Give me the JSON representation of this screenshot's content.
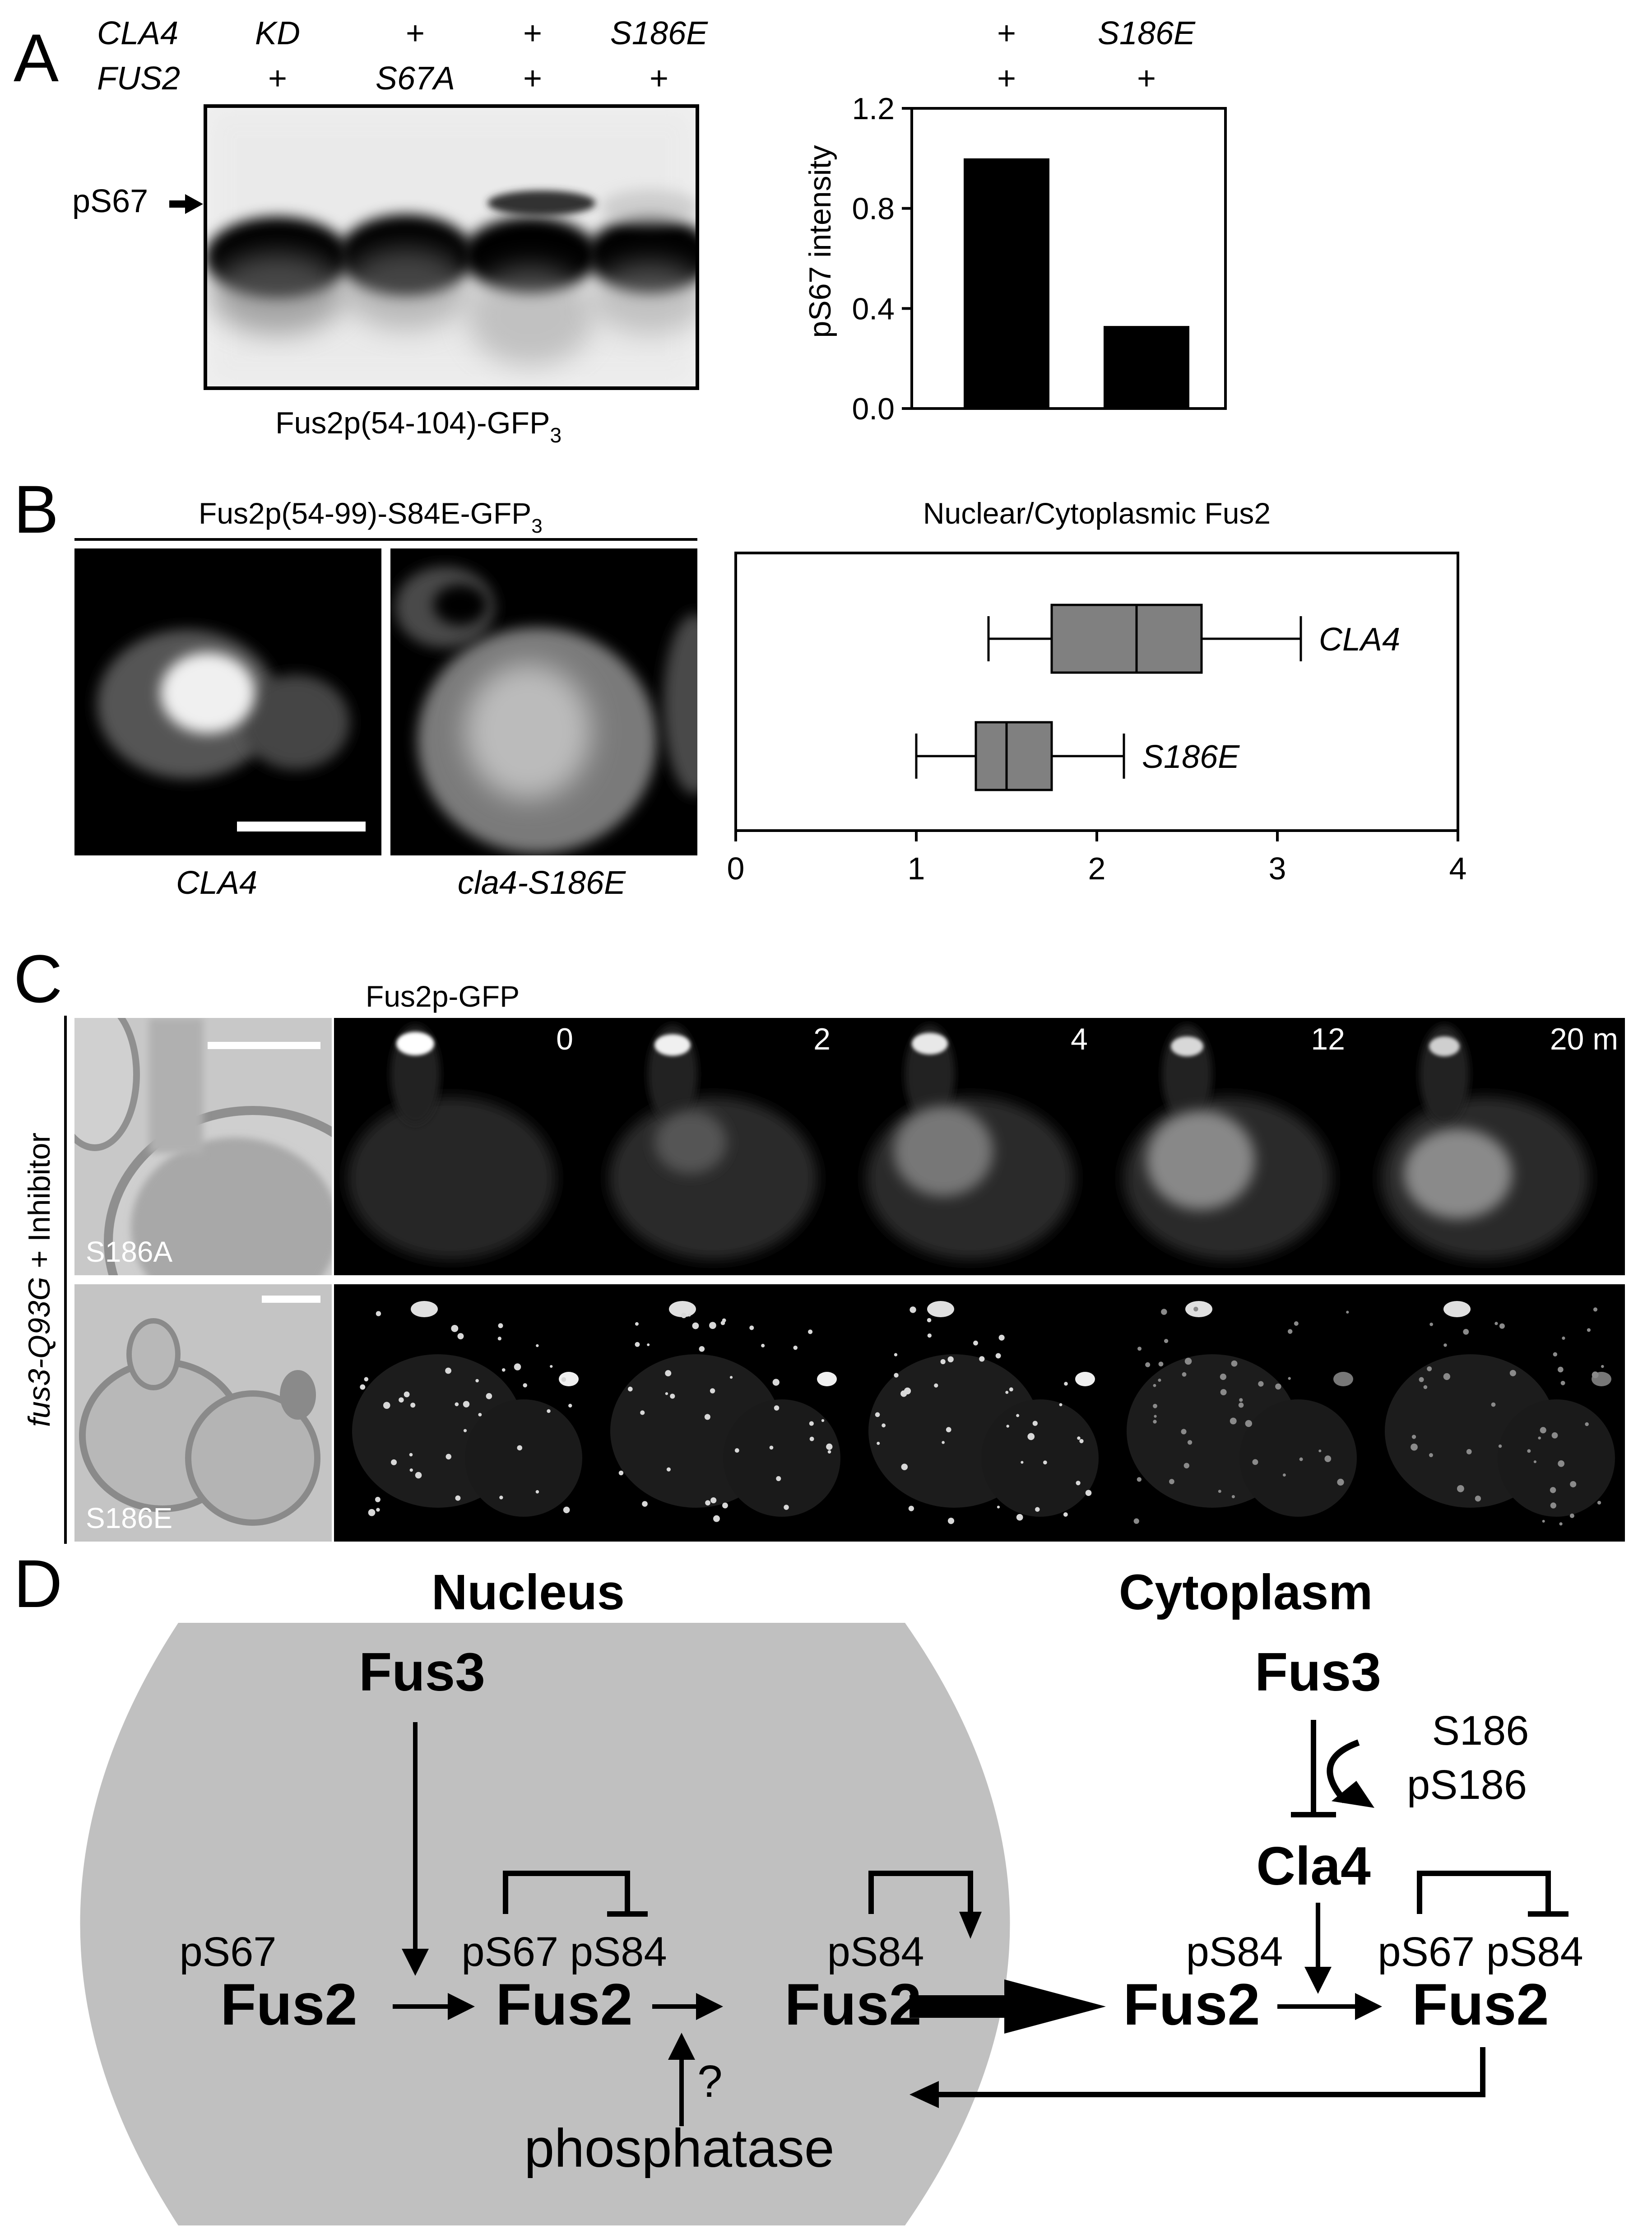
{
  "panel_a": {
    "label": "A",
    "row1_label": "CLA4",
    "row2_label": "FUS2",
    "lanes": [
      {
        "cla4": "KD",
        "fus2": "+"
      },
      {
        "cla4": "+",
        "fus2": "S67A"
      },
      {
        "cla4": "+",
        "fus2": "+"
      },
      {
        "cla4": "S186E",
        "fus2": "+"
      }
    ],
    "band_label": "pS67",
    "blot_caption": "Fus2p(54-104)-GFP",
    "blot_caption_sub": "3",
    "chart_header": [
      {
        "cla4": "+",
        "fus2": "+"
      },
      {
        "cla4": "S186E",
        "fus2": "+"
      }
    ]
  },
  "panel_b": {
    "label": "B",
    "image_title": "Fus2p(54-99)-S84E-GFP",
    "image_title_sub": "3",
    "image_labels": [
      "CLA4",
      "cla4-S186E"
    ],
    "chart_title": "Nuclear/Cytoplasmic Fus2"
  },
  "panel_c": {
    "label": "C",
    "header": "Fus2p-GFP",
    "side_label_italic": "fus3-Q93G",
    "side_label_rest": " + Inhibitor",
    "times": [
      "0",
      "2",
      "4",
      "12",
      "20 m"
    ],
    "rows": [
      "S186A",
      "S186E"
    ]
  },
  "panel_d": {
    "label": "D",
    "nucleus_title": "Nucleus",
    "cytoplasm_title": "Cytoplasm",
    "fus3_nucleus": "Fus3",
    "fus3_cytoplasm": "Fus3",
    "s186": "S186",
    "ps186": "pS186",
    "cla4": "Cla4",
    "nodes": [
      {
        "mods": "pS67",
        "name": "Fus2"
      },
      {
        "mods": "pS67 pS84",
        "name": "Fus2"
      },
      {
        "mods": "pS84",
        "name": "Fus2"
      },
      {
        "mods": "",
        "name": "Fus2"
      },
      {
        "mods": "pS67 pS84",
        "name": "Fus2"
      }
    ],
    "cyto_ps84": "pS84",
    "question": "?",
    "phosphatase": "phosphatase"
  },
  "chart_data": [
    {
      "type": "bar",
      "categories": [
        "+ / +",
        "S186E / +"
      ],
      "values": [
        1.0,
        0.33
      ],
      "title": "",
      "xlabel": "",
      "ylabel": "pS67 intensity",
      "ylim": [
        0.0,
        1.2
      ],
      "yticks": [
        "0.0",
        "0.4",
        "0.8",
        "1.2"
      ],
      "bar_color": "#000000"
    },
    {
      "type": "box",
      "title": "Nuclear/Cytoplasmic Fus2",
      "categories": [
        "CLA4",
        "S186E"
      ],
      "boxes": [
        {
          "name": "CLA4",
          "whisker_low": 1.4,
          "q1": 1.75,
          "median": 2.22,
          "q3": 2.58,
          "whisker_high": 3.13
        },
        {
          "name": "S186E",
          "whisker_low": 1.0,
          "q1": 1.33,
          "median": 1.5,
          "q3": 1.75,
          "whisker_high": 2.15
        }
      ],
      "xlim": [
        0,
        4
      ],
      "xticks": [
        "0",
        "1",
        "2",
        "3",
        "4"
      ],
      "box_color": "#808080"
    }
  ]
}
